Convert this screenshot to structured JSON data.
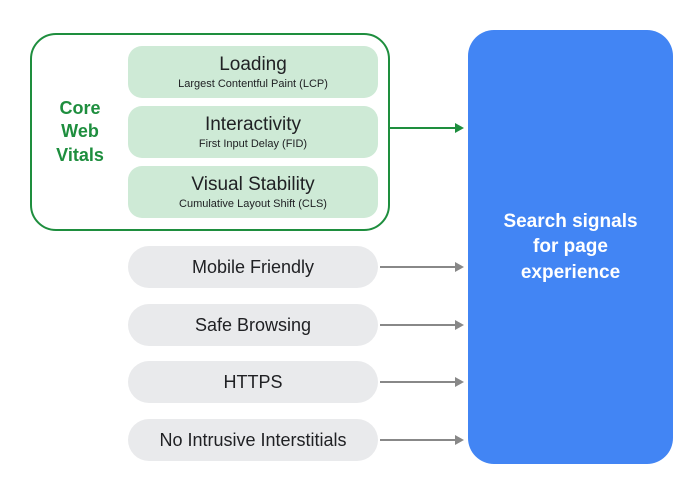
{
  "colors": {
    "green": "#1e8e3e",
    "light_green": "#ceead6",
    "gray_pill": "#e9eaec",
    "blue": "#4285f4",
    "arrow_gray": "#888888",
    "text_dark": "#202124",
    "text_white": "#ffffff"
  },
  "core_web_vitals": {
    "label": "Core Web Vitals",
    "items": [
      {
        "title": "Loading",
        "subtitle": "Largest Contentful Paint (LCP)"
      },
      {
        "title": "Interactivity",
        "subtitle": "First Input Delay (FID)"
      },
      {
        "title": "Visual Stability",
        "subtitle": "Cumulative Layout Shift (CLS)"
      }
    ]
  },
  "other_signals": [
    {
      "label": "Mobile Friendly"
    },
    {
      "label": "Safe Browsing"
    },
    {
      "label": "HTTPS"
    },
    {
      "label": "No Intrusive Interstitials"
    }
  ],
  "result_panel": {
    "label": "Search signals for page experience"
  }
}
